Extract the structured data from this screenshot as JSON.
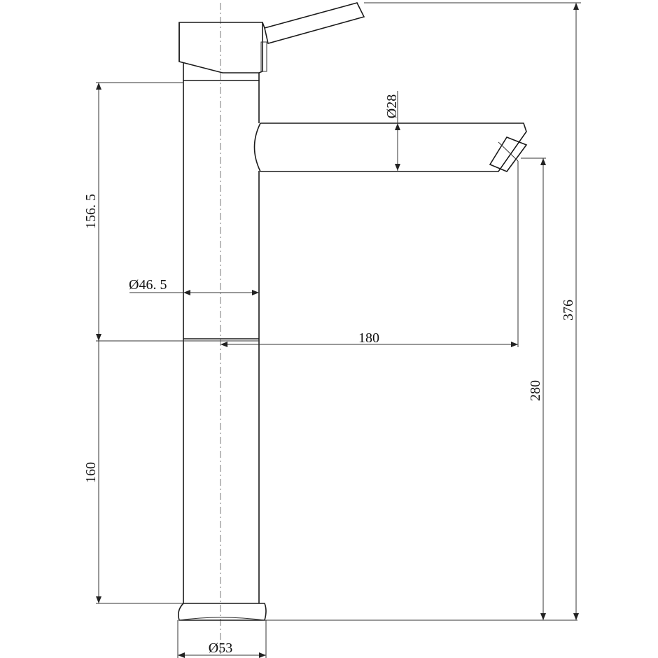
{
  "drawing": {
    "dimensions": {
      "upper_body_height": "156. 5",
      "body_diameter": "Ø46. 5",
      "spout_reach": "180",
      "lower_body_height": "160",
      "spout_diameter": "Ø28",
      "base_diameter": "Ø53",
      "spout_height": "280",
      "overall_height": "376"
    }
  }
}
